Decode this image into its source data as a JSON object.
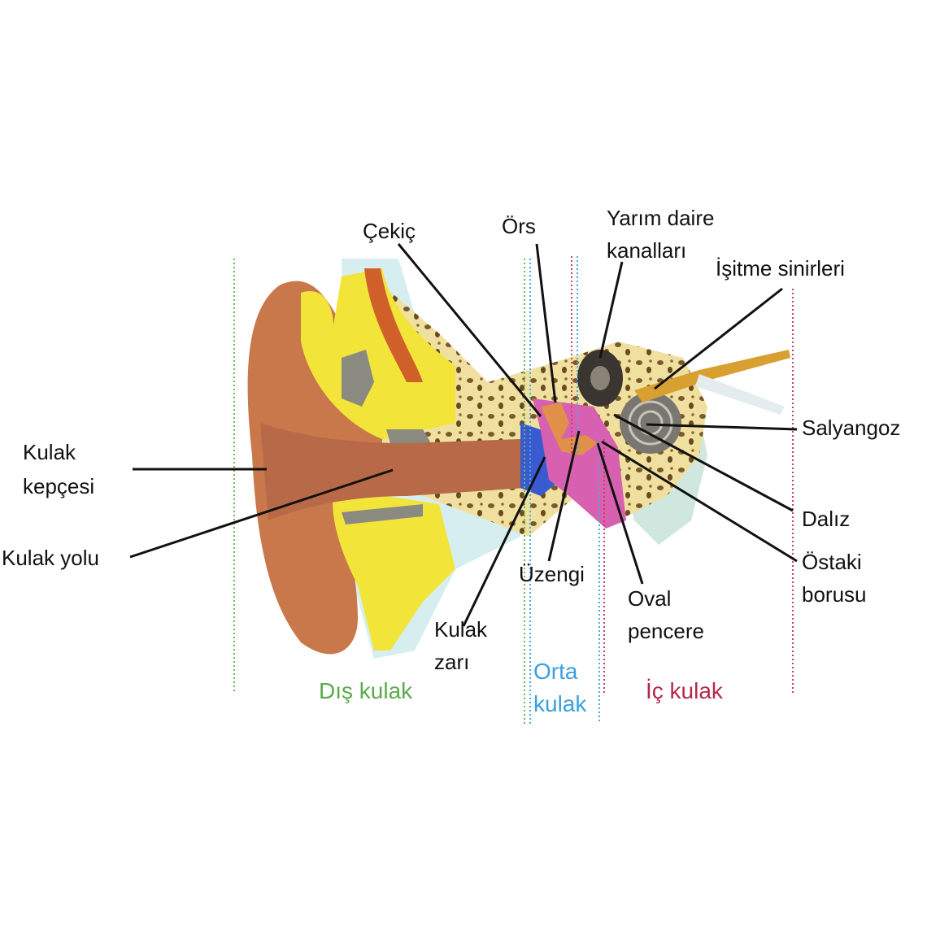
{
  "labels": {
    "cekic": "Çekiç",
    "ors": "Örs",
    "yarim_daire_1": "Yarım daire",
    "yarim_daire_2": "kanalları",
    "isitme": "İşitme sinirleri",
    "salyangoz": "Salyangoz",
    "kulak_kepcesi_1": "Kulak",
    "kulak_kepcesi_2": "kepçesi",
    "kulak_yolu": "Kulak yolu",
    "daliz": "Dalız",
    "ostaki_1": "Östaki",
    "ostaki_2": "borusu",
    "uzengi": "Üzengi",
    "oval_1": "Oval",
    "oval_2": "pencere",
    "kulak_zari_1": "Kulak",
    "kulak_zari_2": "zarı"
  },
  "regions": {
    "dis": {
      "label": "Dış kulak",
      "color": "#5aaa4a"
    },
    "orta_1": {
      "label": "Orta",
      "color": "#3a9fe0"
    },
    "orta_2": {
      "label": "kulak",
      "color": "#3a9fe0"
    },
    "ic": {
      "label": "İç kulak",
      "color": "#b4284c"
    }
  }
}
